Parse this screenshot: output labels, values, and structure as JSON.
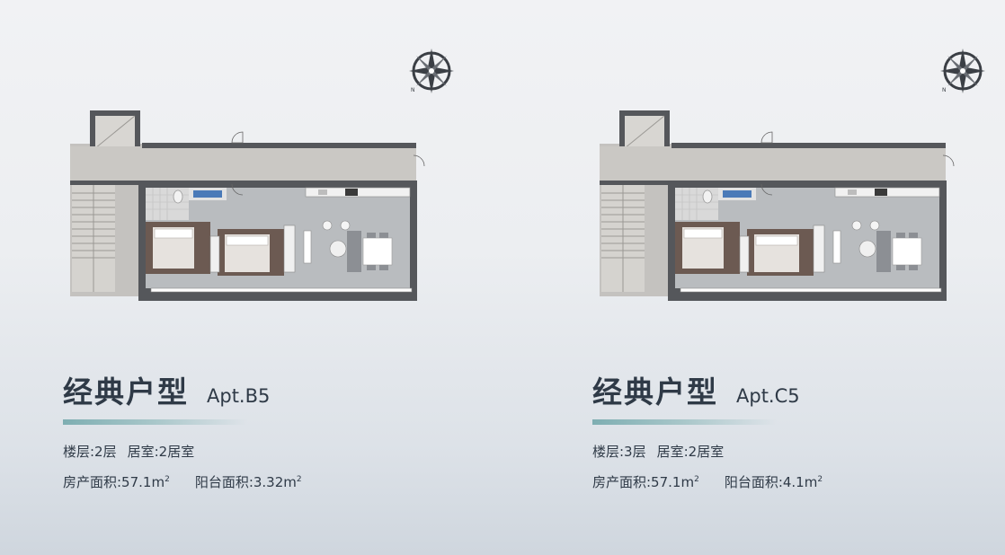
{
  "panels": [
    {
      "title_cn": "经典户型",
      "apt": "Apt.B5",
      "floor": "楼层:2层",
      "rooms": "居室:2居室",
      "area_label": "房产面积:57.1m",
      "area_sup": "2",
      "balcony_label": "阳台面积:3.32m",
      "balcony_sup": "2"
    },
    {
      "title_cn": "经典户型",
      "apt": "Apt.C5",
      "floor": "楼层:3层",
      "rooms": "居室:2居室",
      "area_label": "房产面积:57.1m",
      "area_sup": "2",
      "balcony_label": "阳台面积:4.1m",
      "balcony_sup": "2"
    }
  ],
  "compass": {
    "north_label": "N"
  },
  "colors": {
    "accent": "#7eaeb2",
    "text": "#2f3a47",
    "wall": "#55575b",
    "floor": "#c9c7c4"
  }
}
